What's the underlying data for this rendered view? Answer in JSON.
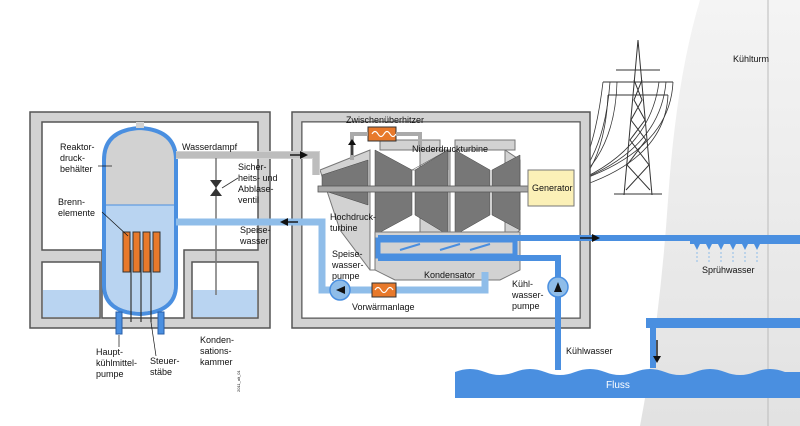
{
  "labels": {
    "reaktor": [
      "Reaktor-",
      "druck-",
      "behälter"
    ],
    "brennelemente": [
      "Brenn-",
      "elemente"
    ],
    "hauptkuehlmittelpumpe": [
      "Haupt-",
      "kühlmittel-",
      "pumpe"
    ],
    "steuerstaebe": [
      "Steuer-",
      "stäbe"
    ],
    "kondensationskammer": [
      "Konden-",
      "sations-",
      "kammer"
    ],
    "wasserdampf": "Wasserdampf",
    "ventil": [
      "Sicher-",
      "heits- und",
      "Abblase-",
      "ventil"
    ],
    "speisewasser_left": [
      "Speise-",
      "wasser"
    ],
    "zwischenueberhitzer": "Zwischenüberhitzer",
    "niederdruckturbine": "Niederdruckturbine",
    "hochdruckturbine": [
      "Hochdruck-",
      "turbine"
    ],
    "generator": "Generator",
    "speisewasserpumpe": [
      "Speise-",
      "wasser-",
      "pumpe"
    ],
    "kondensator": "Kondensator",
    "vorwaermanlage": "Vorwärmanlage",
    "kuehlwasserpumpe": [
      "Kühl-",
      "wasser-",
      "pumpe"
    ],
    "kuehlwasser": "Kühlwasser",
    "fluss": "Fluss",
    "kuehlturm": "Kühlturm",
    "spruehwasser": "Sprühwasser",
    "image_code": "2011_alt_01"
  },
  "colors": {
    "pipe_blue": "#4a8fe0",
    "water_light": "#b9d4f1",
    "water_mid": "#8fbde9",
    "grey_box": "#d2d2d2",
    "grey_dark": "#555555",
    "orange": "#e8792b",
    "generator_yellow": "#fbf0b7",
    "cooling_tower": "#e9e9e9",
    "river": "#4a8fe0"
  },
  "icons": [
    "pump-arrow-icon",
    "flow-arrow-icon",
    "transmission-tower-icon",
    "valve-icon"
  ]
}
